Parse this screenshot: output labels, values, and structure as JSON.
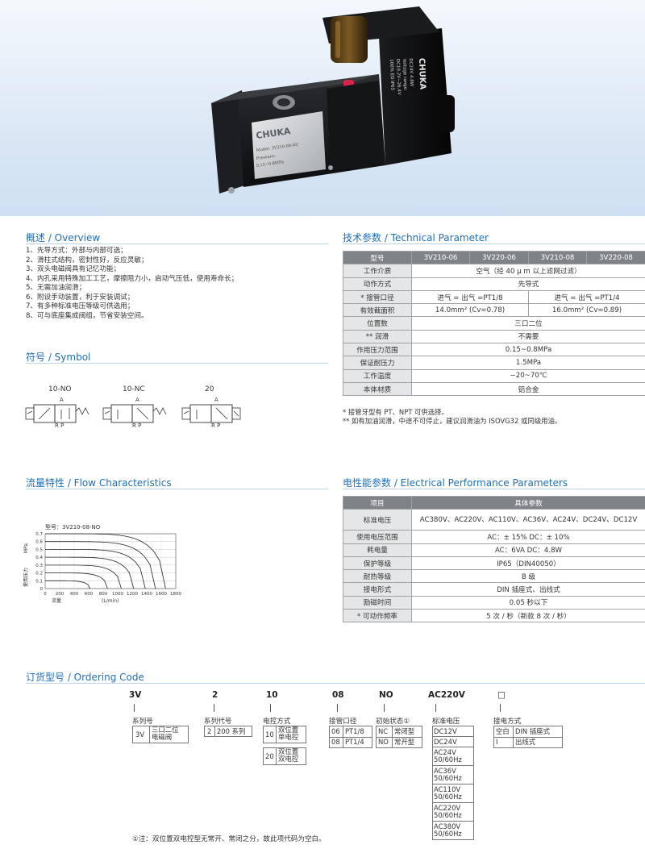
{
  "product": {
    "brand_on_body": "CHUKA",
    "plate_model": "Model: 3V210-08-NC",
    "plate_pressure": "Pressure:",
    "plate_range": "0.15~0.8MPa",
    "coil_brand": "CHUKA",
    "coil_lines": [
      "DC24V  4.8W",
      "Voltage range:",
      "DC19.2V~26.4V",
      "100% ED  IP65"
    ]
  },
  "overview": {
    "title": "概述 / Overview",
    "items": [
      "1、先导方式：外部与内部可选；",
      "2、滑柱式结构，密封性好，反应灵敏；",
      "3、双头电磁阀具有记忆功能；",
      "4、内孔采用特殊加工工艺，摩擦阻力小，启动气压低，使用寿命长；",
      "5、无需加油润滑；",
      "6、附设手动装置，利于安装调试；",
      "7、有多种标准电压等级可供选用；",
      "8、可与底座集成阀组，节省安装空间。"
    ]
  },
  "symbol": {
    "title": "符号 / Symbol",
    "items": [
      {
        "label": "10-NO",
        "a": "A",
        "rp": "R P"
      },
      {
        "label": "10-NC",
        "a": "A",
        "rp": "R P"
      },
      {
        "label": "20",
        "a": "A",
        "rp": "R P"
      }
    ]
  },
  "tech": {
    "title": "技术参数 / Technical Parameter",
    "header": [
      "型号",
      "3V210-06",
      "3V220-06",
      "3V210-08",
      "3V220-08"
    ],
    "rows": [
      {
        "label": "工作介质",
        "value": "空气（经 40 μ m 以上滤网过滤）"
      },
      {
        "label": "动作方式",
        "value": "先导式"
      },
      {
        "label": "* 接管口径",
        "v1": "进气 = 出气 =PT1/8",
        "v2": "进气 = 出气 =PT1/4"
      },
      {
        "label": "有效截面积",
        "v1": "14.0mm² (Cv=0.78)",
        "v2": "16.0mm² (Cv=0.89)"
      },
      {
        "label": "位置数",
        "value": "三口二位"
      },
      {
        "label": "** 润滑",
        "value": "不需要"
      },
      {
        "label": "作用压力范围",
        "value": "0.15~0.8MPa"
      },
      {
        "label": "保证耐压力",
        "value": "1.5MPa"
      },
      {
        "label": "工作温度",
        "value": "−20~70℃"
      },
      {
        "label": "本体材质",
        "value": "铝合金"
      }
    ],
    "notes": [
      "* 接管牙型有 PT、NPT 可供选择。",
      "** 如有加油润滑，中途不可停止，建议润滑油为 ISOVG32 或同级用油。"
    ]
  },
  "flow": {
    "title": "流量特性 / Flow Characteristics",
    "model_label": "型号：3V210-08-NO",
    "ylabel_unit": "MPa",
    "ylabel": "使用压力",
    "xlabel": "流量",
    "xunit": "(L/min)",
    "y_ticks": [
      "0.7",
      "0.6",
      "0.5",
      "0.4",
      "0.3",
      "0.2",
      "0.1",
      "0"
    ],
    "x_ticks": [
      "200",
      "400",
      "600",
      "800",
      "1000",
      "1200",
      "1400",
      "1600",
      "1800"
    ]
  },
  "chart_data": {
    "type": "line",
    "x_range": [
      0,
      1800
    ],
    "y_range": [
      0,
      0.7
    ],
    "series_pressures": [
      0.1,
      0.2,
      0.3,
      0.4,
      0.5,
      0.6,
      0.7
    ],
    "max_flow": [
      620,
      860,
      1050,
      1220,
      1380,
      1520,
      1660
    ]
  },
  "electrical": {
    "title": "电性能参数 / Electrical Performance Parameters",
    "header": [
      "项目",
      "具体参数"
    ],
    "rows": [
      {
        "label": "标准电压",
        "value": "AC380V、AC220V、AC110V、AC36V、AC24V、DC24V、DC12V"
      },
      {
        "label": "使用电压范围",
        "value": "AC：± 15%   DC：± 10%"
      },
      {
        "label": "耗电量",
        "value": "AC：6VA   DC：4.8W"
      },
      {
        "label": "保护等级",
        "value": "IP65（DIN40050）"
      },
      {
        "label": "耐热等级",
        "value": "B 级"
      },
      {
        "label": "接电形式",
        "value": "DIN 插座式、出线式"
      },
      {
        "label": "励磁时间",
        "value": "0.05 秒以下"
      },
      {
        "label": "* 可动作频率",
        "value": "5 次 / 秒（新款 8 次 / 秒）"
      }
    ]
  },
  "ordering": {
    "title": "订货型号 / Ordering Code",
    "codes": [
      "3V",
      "2",
      "10",
      "08",
      "NO",
      "AC220V",
      "□"
    ],
    "series": {
      "name": "系列号",
      "rows": [
        {
          "code": "3V",
          "desc": "三口二位\n电磁阀"
        }
      ]
    },
    "series_code": {
      "name": "系列代号",
      "rows": [
        {
          "code": "2",
          "desc": "200 系列"
        }
      ]
    },
    "control": {
      "name": "电控方式",
      "rows": [
        {
          "code": "10",
          "desc": "双位置\n单电控"
        },
        {
          "code": "20",
          "desc": "双位置\n双电控"
        }
      ]
    },
    "port": {
      "name": "接管口径",
      "rows": [
        {
          "code": "06",
          "desc": "PT1/8"
        },
        {
          "code": "08",
          "desc": "PT1/4"
        }
      ]
    },
    "state": {
      "name": "初始状态①",
      "rows": [
        {
          "code": "NC",
          "desc": "常闭型"
        },
        {
          "code": "NO",
          "desc": "常开型"
        }
      ]
    },
    "voltage": {
      "name": "标准电压",
      "rows": [
        "DC12V",
        "DC24V",
        "AC24V\n50/60Hz",
        "AC36V\n50/60Hz",
        "AC110V\n50/60Hz",
        "AC220V\n50/60Hz",
        "AC380V\n50/60Hz"
      ]
    },
    "connect": {
      "name": "接电方式",
      "rows": [
        {
          "code": "空白",
          "desc": "DIN 插座式"
        },
        {
          "code": "I",
          "desc": "出线式"
        }
      ]
    },
    "footnote": "①注：双位置双电控型无常开、常闭之分，故此项代码为空白。"
  }
}
